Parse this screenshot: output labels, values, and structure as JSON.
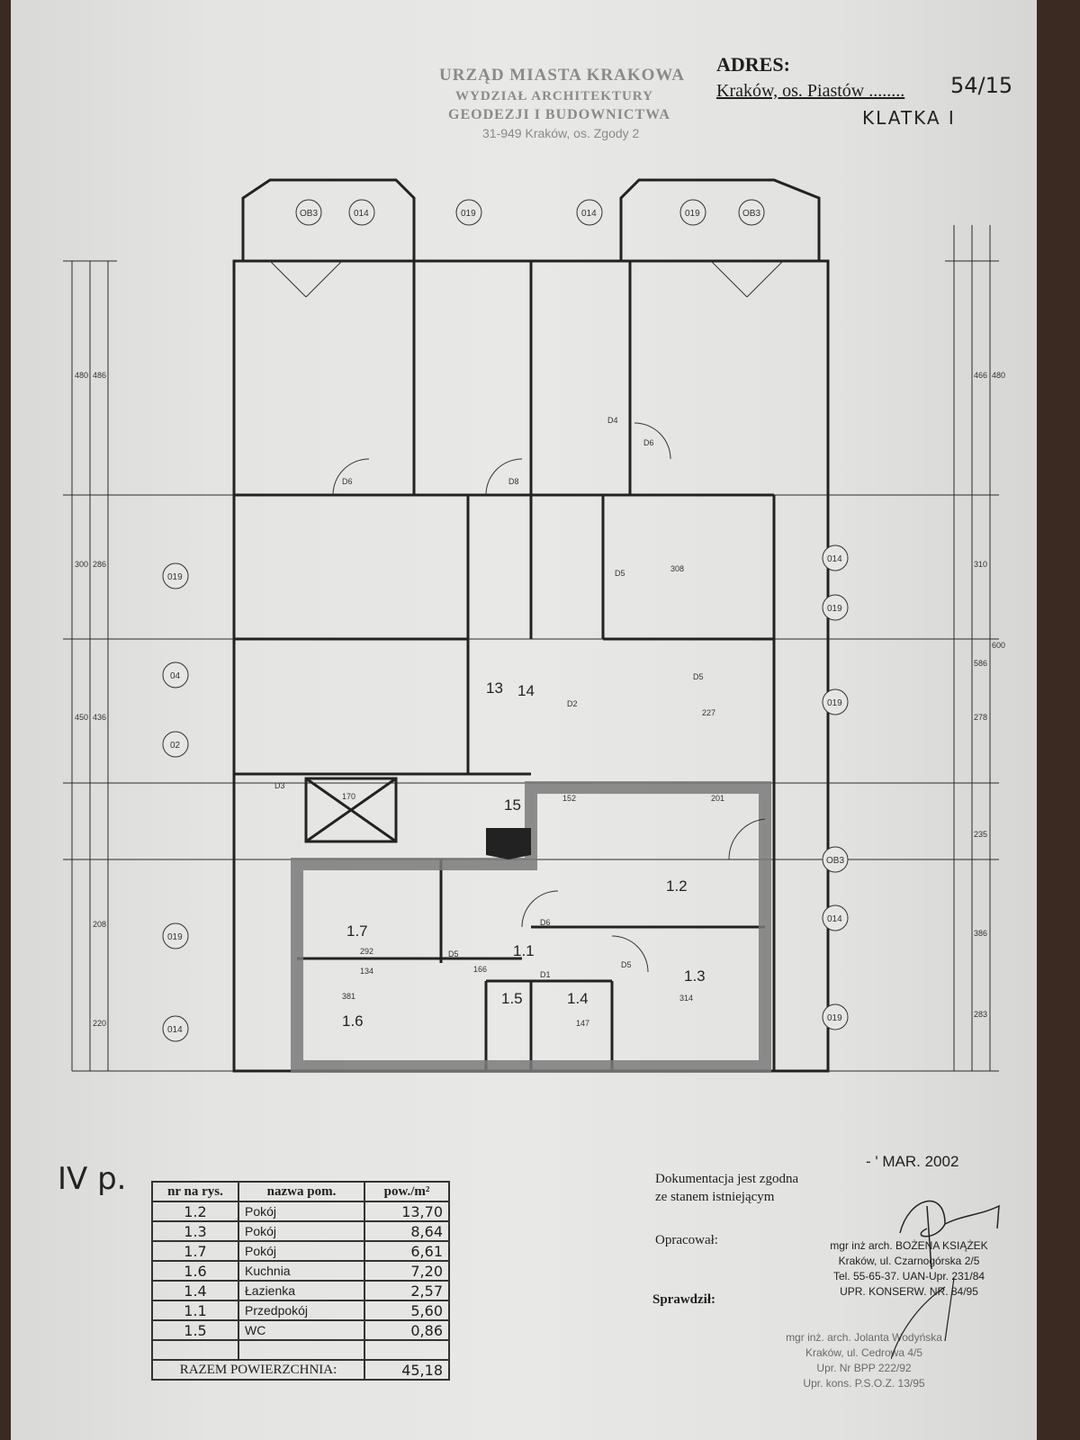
{
  "header": {
    "stamp_lines": [
      "URZĄD MIASTA KRAKOWA",
      "WYDZIAŁ ARCHITEKTURY",
      "GEODEZJI I BUDOWNICTWA",
      "31-949 Kraków, os. Zgody 2"
    ],
    "adres_label": "ADRES:",
    "address": "Kraków, os. Piastów ........",
    "address_number": "54/15",
    "staircase": "KLATKA I"
  },
  "plan": {
    "rooms": [
      "1.1",
      "1.2",
      "1.3",
      "1.4",
      "1.5",
      "1.6",
      "1.7"
    ],
    "window_labels": [
      "OB3",
      "014",
      "019",
      "014",
      "019",
      "OB3"
    ],
    "side_labels_left": [
      "019",
      "04",
      "02",
      "019",
      "014"
    ],
    "side_labels_right": [
      "014",
      "019",
      "019",
      "OB3",
      "014",
      "019"
    ],
    "sections": [
      "13",
      "14",
      "15"
    ],
    "doors": [
      "D6",
      "D8",
      "D6",
      "D4",
      "D5",
      "D5",
      "D3",
      "D2",
      "D6",
      "D5",
      "D5",
      "D1"
    ],
    "dims": [
      "480",
      "486",
      "300",
      "286",
      "450",
      "436",
      "208",
      "220",
      "480",
      "466",
      "310",
      "600",
      "586",
      "278",
      "235",
      "386",
      "283",
      "170",
      "308",
      "227",
      "201",
      "152",
      "292",
      "381",
      "314",
      "166",
      "147",
      "134"
    ],
    "floor_color": "#7a7a7a"
  },
  "floor_note": "IV p.",
  "table": {
    "headers": [
      "nr na rys.",
      "nazwa pom.",
      "pow./m²"
    ],
    "rows": [
      {
        "nr": "1.2",
        "name": "Pokój",
        "area": "13,70"
      },
      {
        "nr": "1.3",
        "name": "Pokój",
        "area": "8,64"
      },
      {
        "nr": "1.7",
        "name": "Pokój",
        "area": "6,61"
      },
      {
        "nr": "1.6",
        "name": "Kuchnia",
        "area": "7,20"
      },
      {
        "nr": "1.4",
        "name": "Łazienka",
        "area": "2,57"
      },
      {
        "nr": "1.1",
        "name": "Przedpokój",
        "area": "5,60"
      },
      {
        "nr": "1.5",
        "name": "WC",
        "area": "0,86"
      }
    ],
    "total_label": "RAZEM POWIERZCHNIA:",
    "total_value": "45,18"
  },
  "certification": {
    "line1": "Dokumentacja jest zgodna",
    "line2": "ze stanem istniejącym",
    "date": "- ' MAR. 2002",
    "prepared_label": "Opracował:",
    "prepared_by": [
      "mgr inż arch. BOŻENA KSIĄŻEK",
      "Kraków, ul. Czarnogórska 2/5",
      "Tel. 55-65-37. UAN-Upr. 231/84",
      "UPR. KONSERW. NR. 84/95"
    ],
    "checked_label": "Sprawdził:",
    "checked_by": [
      "mgr inż. arch. Jolanta Wodyńska",
      "Kraków, ul. Cedrowa 4/5",
      "Upr. Nr BPP 222/92",
      "Upr. kons. P.S.O.Z. 13/95"
    ]
  }
}
